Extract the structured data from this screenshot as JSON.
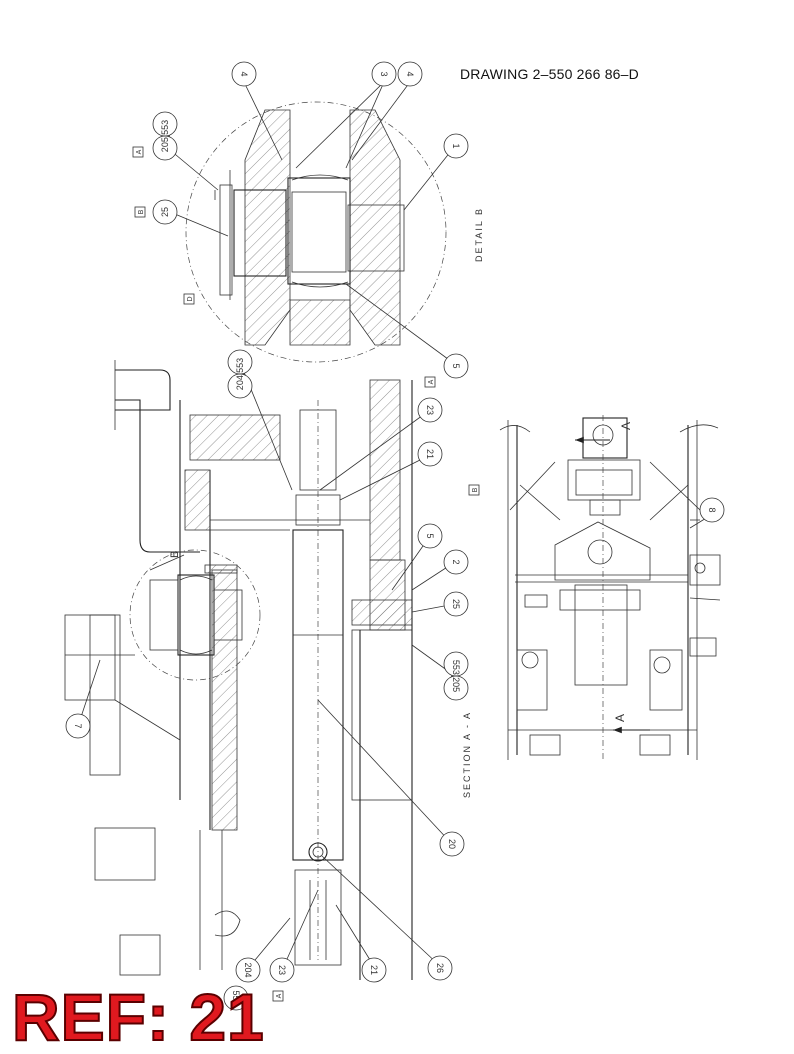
{
  "header": {
    "drawing_number": "DRAWING  2–550 266 86–D"
  },
  "footer": {
    "ref_label": "REF: 21"
  },
  "labels": {
    "detail_b": "DETAIL B",
    "section_aa": "SECTION A - A",
    "arrow_a": "A",
    "detail_ref_b": "B"
  },
  "callouts": [
    {
      "text": "4"
    },
    {
      "text": "3"
    },
    {
      "text": "4"
    },
    {
      "text": "1"
    },
    {
      "text": "205|553"
    },
    {
      "text": "25"
    },
    {
      "text": "5"
    },
    {
      "text": "204|553"
    },
    {
      "text": "23"
    },
    {
      "text": "21"
    },
    {
      "text": "5"
    },
    {
      "text": "2"
    },
    {
      "text": "25"
    },
    {
      "text": "553|205"
    },
    {
      "text": "7"
    },
    {
      "text": "20"
    },
    {
      "text": "26"
    },
    {
      "text": "21"
    },
    {
      "text": "23"
    },
    {
      "text": "204"
    },
    {
      "text": "553"
    },
    {
      "text": "8"
    }
  ],
  "boxes": [
    {
      "text": "A"
    },
    {
      "text": "B"
    },
    {
      "text": "D"
    },
    {
      "text": "A"
    },
    {
      "text": "B"
    },
    {
      "text": "A"
    }
  ]
}
